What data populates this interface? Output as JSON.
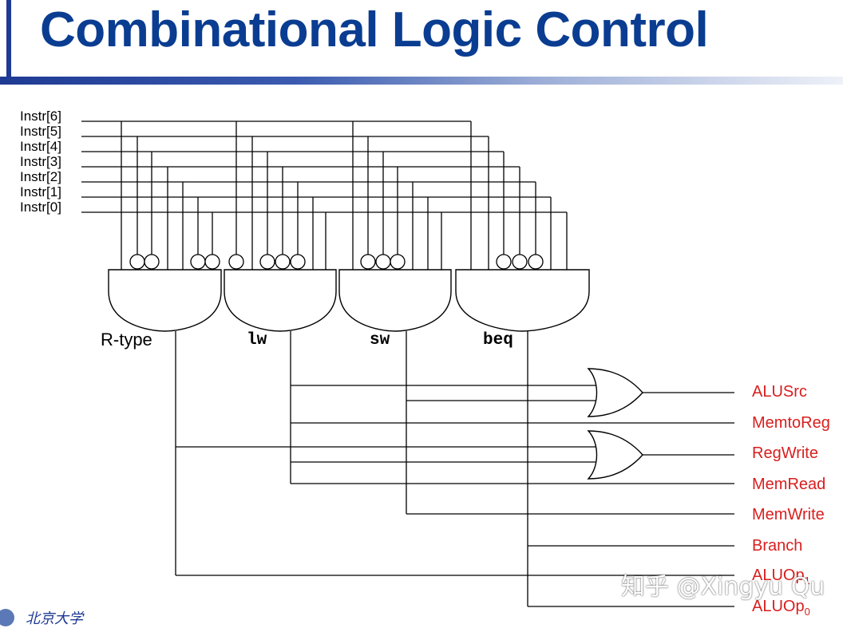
{
  "slide": {
    "title": "Combinational Logic Control",
    "footer_logo_text": "北京大学",
    "watermark": "知乎 @Xingyu Qu"
  },
  "inputs": [
    "Instr[6]",
    "Instr[5]",
    "Instr[4]",
    "Instr[3]",
    "Instr[2]",
    "Instr[1]",
    "Instr[0]"
  ],
  "gates": [
    {
      "label": "R-type",
      "inverted": [
        false,
        true,
        true,
        false,
        false,
        true,
        true
      ]
    },
    {
      "label": "lw",
      "inverted": [
        true,
        false,
        true,
        true,
        true,
        false,
        false
      ]
    },
    {
      "label": "sw",
      "inverted": [
        false,
        true,
        true,
        true,
        false,
        false,
        false
      ]
    },
    {
      "label": "beq",
      "inverted": [
        false,
        false,
        true,
        true,
        true,
        false,
        false
      ]
    }
  ],
  "outputs": [
    {
      "label": "ALUSrc",
      "sub": ""
    },
    {
      "label": "MemtoReg",
      "sub": ""
    },
    {
      "label": "RegWrite",
      "sub": ""
    },
    {
      "label": "MemRead",
      "sub": ""
    },
    {
      "label": "MemWrite",
      "sub": ""
    },
    {
      "label": "Branch",
      "sub": ""
    },
    {
      "label": "ALUOp",
      "sub": "1"
    },
    {
      "label": "ALUOp",
      "sub": "0"
    }
  ],
  "colors": {
    "title": "#0a3d91",
    "accent_bar": "#1f3a93",
    "wire": "#000000",
    "output_label": "#d81e1e"
  }
}
